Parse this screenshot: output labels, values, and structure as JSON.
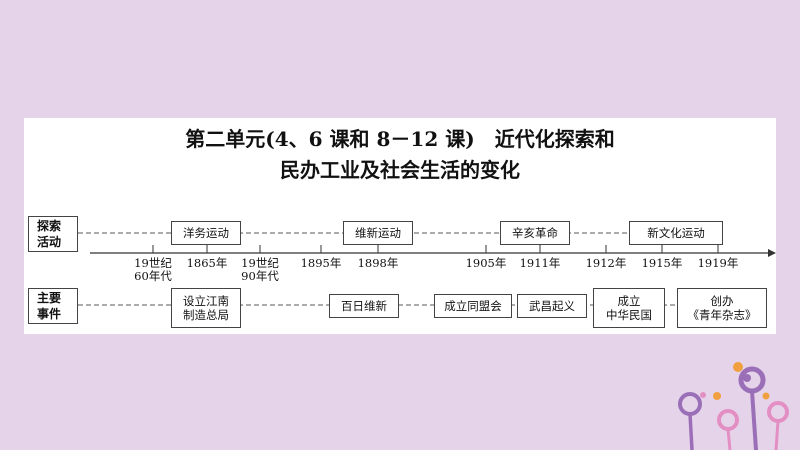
{
  "title": {
    "line1": "第二单元(4、6 课和 8－12 课)　近代化探索和",
    "line2": "民办工业及社会生活的变化"
  },
  "rows": {
    "explore_label": "探索\n活动",
    "events_label": "主要\n事件"
  },
  "explore": [
    "洋务运动",
    "维新运动",
    "辛亥革命",
    "新文化运动"
  ],
  "years": [
    "19世纪\n60年代",
    "1865年",
    "19世纪\n90年代",
    "1895年",
    "1898年",
    "1905年",
    "1911年",
    "1912年",
    "1915年",
    "1919年"
  ],
  "events": [
    "设立江南\n制造总局",
    "百日维新",
    "成立同盟会",
    "武昌起义",
    "成立\n中华民国",
    "创办\n《青年杂志》"
  ],
  "colors": {
    "background": "#e5d3ea",
    "decor_purple": "#9b6fb7",
    "decor_pink": "#e48fc4",
    "decor_orange": "#f0a040"
  }
}
